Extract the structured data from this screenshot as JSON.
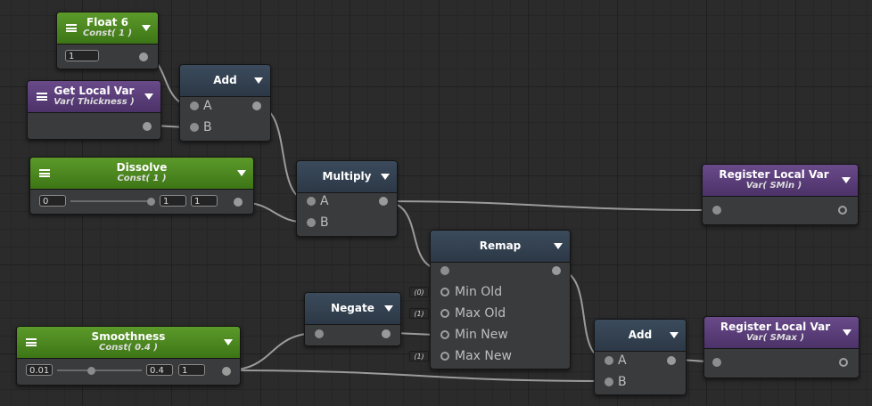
{
  "nodes": {
    "float6": {
      "title": "Float 6",
      "subtitle": "Const( 1 )",
      "value": "1"
    },
    "get_local_var": {
      "title": "Get Local Var",
      "subtitle": "Var( Thickness )"
    },
    "add_top": {
      "title": "Add",
      "inputs": [
        "A",
        "B"
      ]
    },
    "dissolve": {
      "title": "Dissolve",
      "subtitle": "Const( 1 )",
      "min": "0",
      "value": "1",
      "max": "1"
    },
    "multiply": {
      "title": "Multiply",
      "inputs": [
        "A",
        "B"
      ]
    },
    "register_smin": {
      "title": "Register Local Var",
      "subtitle": "Var( SMin )"
    },
    "remap": {
      "title": "Remap",
      "inputs": [
        "Min Old",
        "Max Old",
        "Min New",
        "Max New"
      ],
      "defaults": [
        "(0)",
        "(1)",
        "(1)"
      ]
    },
    "negate": {
      "title": "Negate"
    },
    "smoothness": {
      "title": "Smoothness",
      "subtitle": "Const( 0.4 )",
      "min": "0.01",
      "value": "0.4",
      "max": "1"
    },
    "add_bottom": {
      "title": "Add",
      "inputs": [
        "A",
        "B"
      ]
    },
    "register_smax": {
      "title": "Register Local Var",
      "subtitle": "Var( SMax )"
    }
  },
  "colors": {
    "wire": "#9b9b9b",
    "const_header": "#4c8a22",
    "var_header": "#5a3d7a",
    "op_header": "#34414f",
    "canvas": "#2b2b2b"
  }
}
